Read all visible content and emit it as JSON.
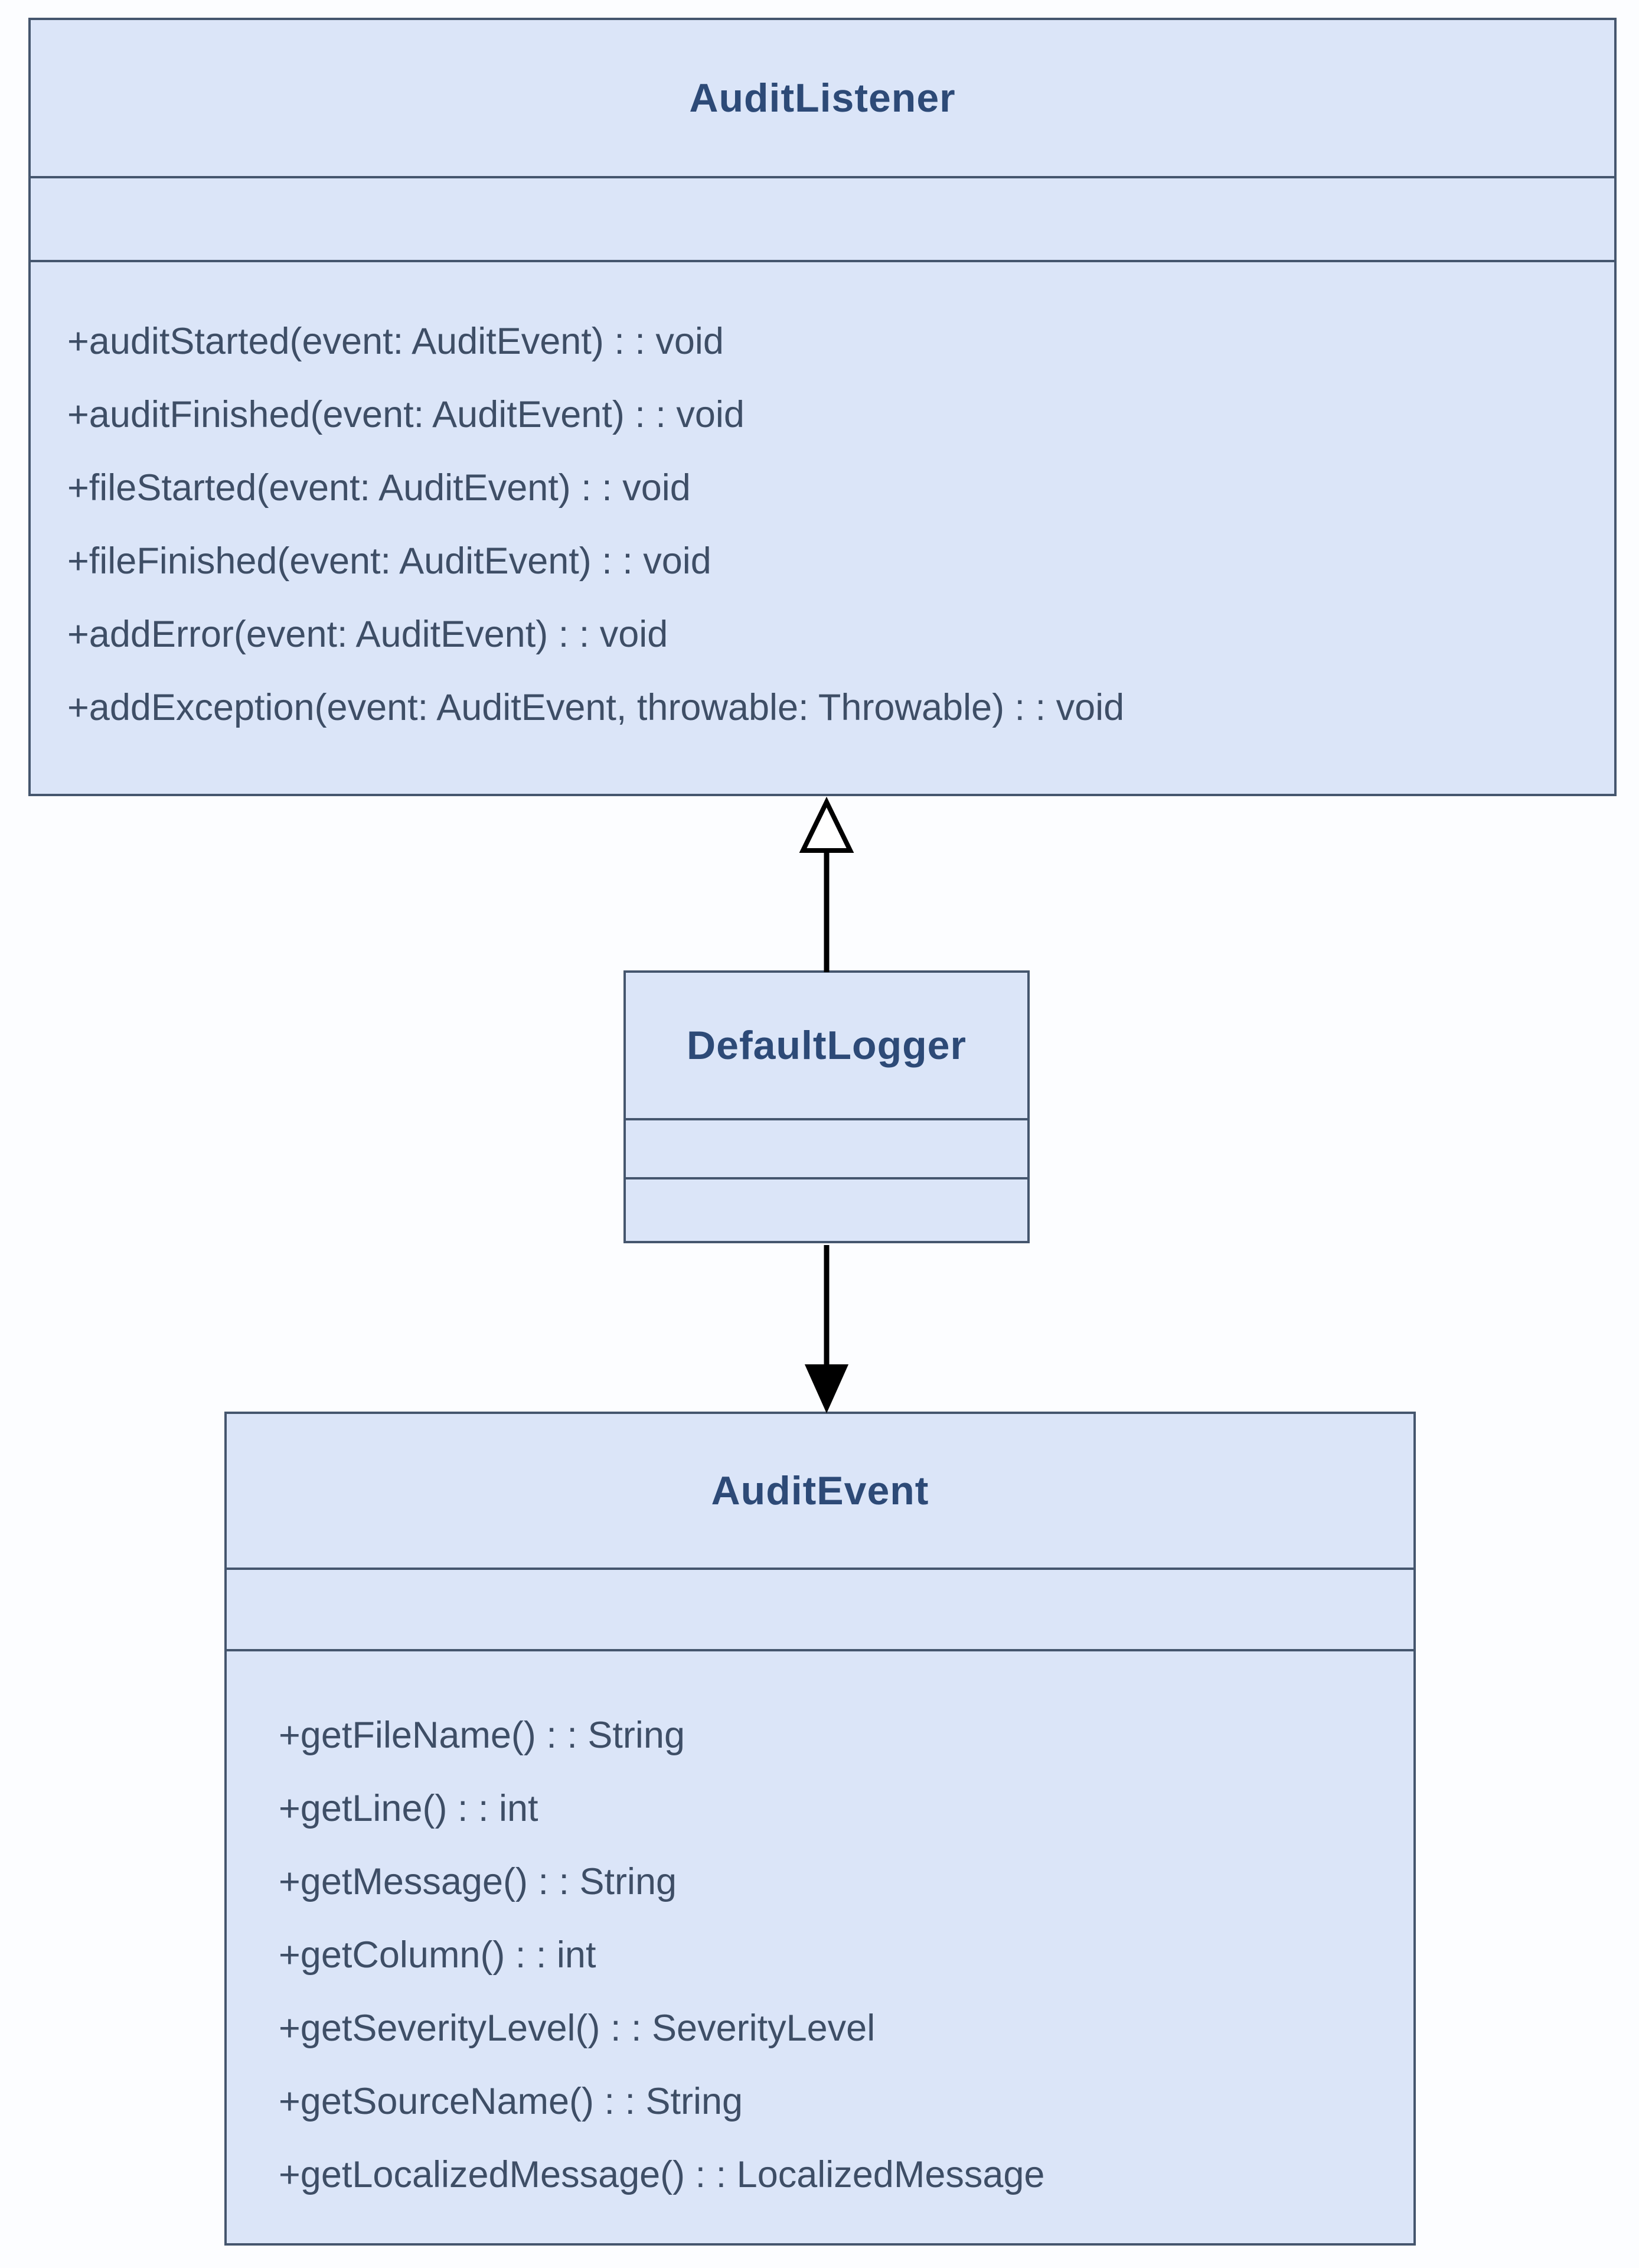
{
  "diagram": {
    "type": "uml-class-diagram",
    "colors": {
      "background": "#fcfdff",
      "box_fill": "#dbe5f8",
      "box_border": "#45566e",
      "title_text": "#2d4a77",
      "method_text": "#3e4e66",
      "connector": "#000000"
    },
    "classes": [
      {
        "name": "AuditListener",
        "attributes": [],
        "methods": [
          "+auditStarted(event: AuditEvent) : : void",
          "+auditFinished(event: AuditEvent) : : void",
          "+fileStarted(event: AuditEvent) : : void",
          "+fileFinished(event: AuditEvent) : : void",
          "+addError(event: AuditEvent) : : void",
          "+addException(event: AuditEvent, throwable: Throwable) : : void"
        ]
      },
      {
        "name": "DefaultLogger",
        "attributes": [],
        "methods": []
      },
      {
        "name": "AuditEvent",
        "attributes": [],
        "methods": [
          "+getFileName() : : String",
          "+getLine() : : int",
          "+getMessage() : : String",
          "+getColumn() : : int",
          "+getSeverityLevel() : : SeverityLevel",
          "+getSourceName() : : String",
          "+getLocalizedMessage() : : LocalizedMessage"
        ]
      }
    ],
    "relations": [
      {
        "type": "realization",
        "from": "DefaultLogger",
        "to": "AuditListener",
        "arrowhead": "hollow-triangle"
      },
      {
        "type": "directed-association",
        "from": "DefaultLogger",
        "to": "AuditEvent",
        "arrowhead": "filled-arrow"
      }
    ]
  }
}
